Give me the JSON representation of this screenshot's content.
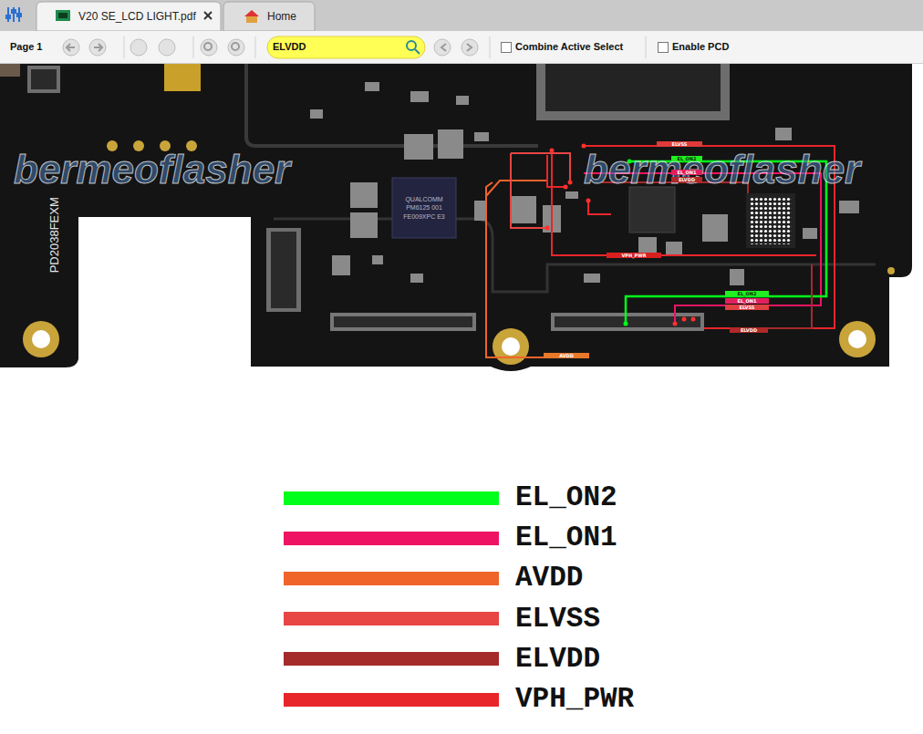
{
  "diagram": {
    "nodes": [
      {
        "text": [
          "V20 SE_LCD LIGHT.pdf"
        ]
      },
      {
        "text": [
          "Home"
        ]
      },
      {
        "text": [
          "ELVDD"
        ]
      },
      {
        "text": [
          "QUALCOMM PM6125 001 FE009XPC E3"
        ]
      }
    ],
    "labels": [
      "Page 1",
      "Combine Active Select",
      "Enable PCD",
      "bermeoflasher",
      "bermeoflasher",
      "PD2038FEXM",
      "ELVSS",
      "EL_ON2",
      "EL_ON1",
      "ELVDD",
      "VPH_PWR",
      "EL_ON2",
      "EL_ON1",
      "ELVSS",
      "ELVDD",
      "AVDD"
    ],
    "legend": [
      {
        "text": "EL_ON2",
        "color": "#00ff1a"
      },
      {
        "text": "EL_ON1",
        "color": "#ee1463"
      },
      {
        "text": "AVDD",
        "color": "#f0642a"
      },
      {
        "text": "ELVSS",
        "color": "#e84545"
      },
      {
        "text": "ELVDD",
        "color": "#a52a2a"
      },
      {
        "text": "VPH_PWR",
        "color": "#e8262a"
      }
    ]
  }
}
